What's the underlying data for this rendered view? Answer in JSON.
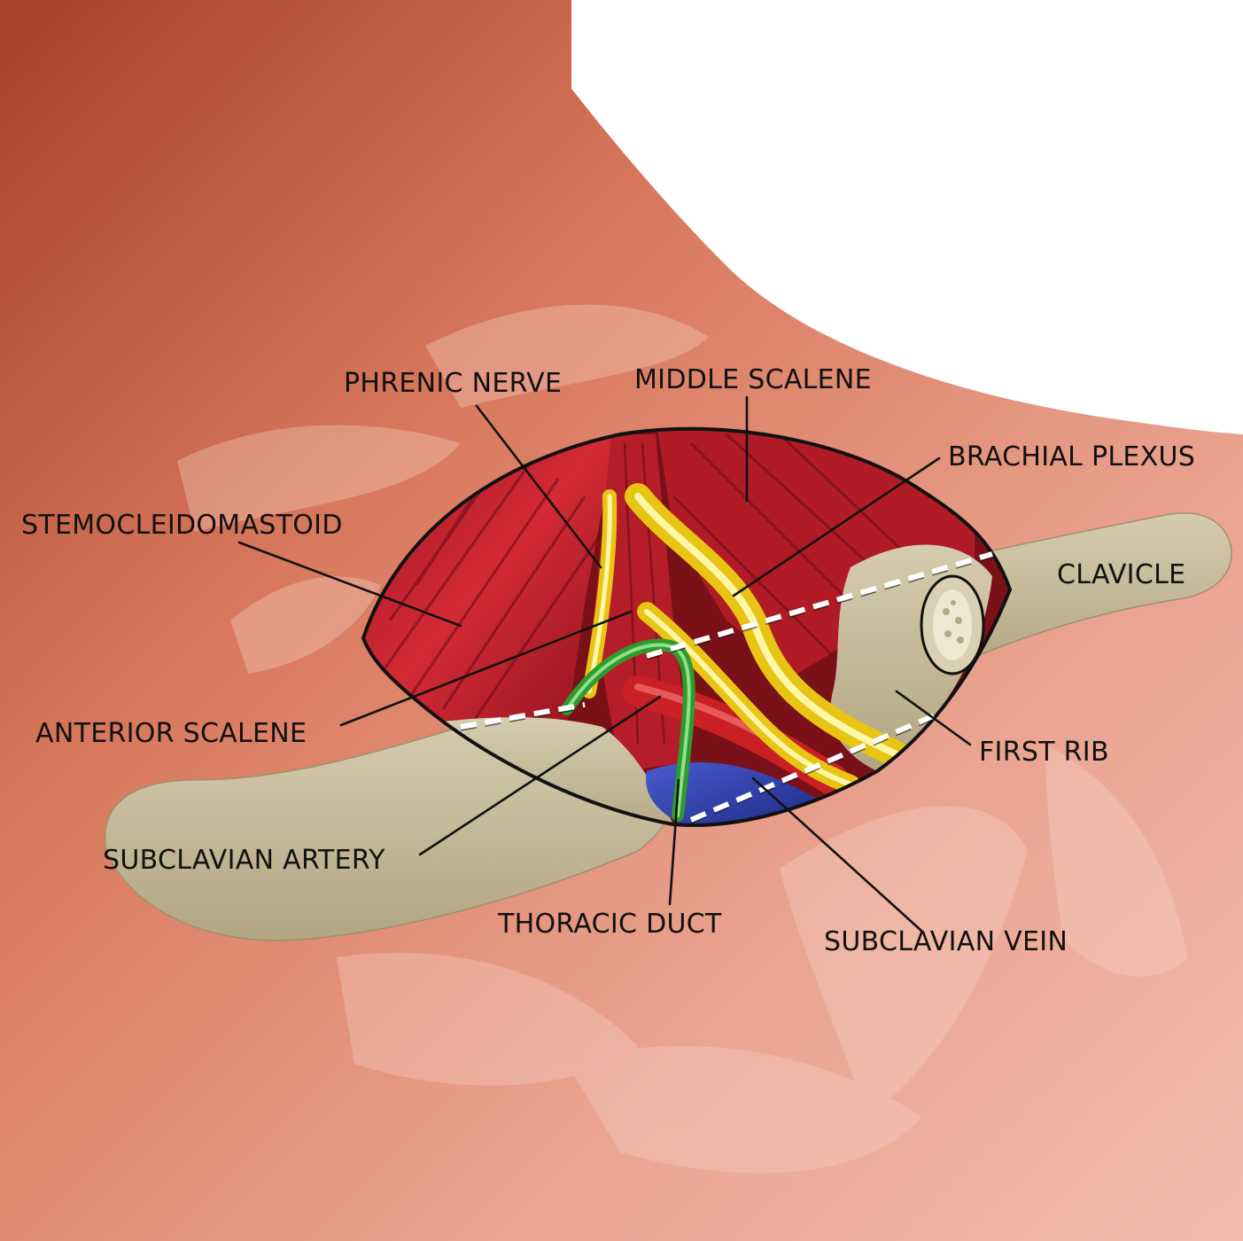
{
  "figure": {
    "labels": [
      {
        "id": "phrenic-nerve",
        "text": "PHRENIC NERVE"
      },
      {
        "id": "middle-scalene",
        "text": "MIDDLE SCALENE"
      },
      {
        "id": "brachial-plexus",
        "text": "BRACHIAL PLEXUS"
      },
      {
        "id": "sternocleidomastoid",
        "text": "STEMOCLEIDOMASTOID"
      },
      {
        "id": "clavicle",
        "text": "CLAVICLE"
      },
      {
        "id": "anterior-scalene",
        "text": "ANTERIOR SCALENE"
      },
      {
        "id": "first-rib",
        "text": "FIRST RIB"
      },
      {
        "id": "subclavian-artery",
        "text": "SUBCLAVIAN ARTERY"
      },
      {
        "id": "thoracic-duct",
        "text": "THORACIC DUCT"
      },
      {
        "id": "subclavian-vein",
        "text": "SUBCLAVIAN VEIN"
      }
    ]
  },
  "colors": {
    "background": "#ffffff",
    "skin_dark": "#b3472c",
    "skin_mid": "#e4917a",
    "skin_light": "#f4c6b8",
    "bone": "#c8bc9c",
    "muscle": "#c11f2a",
    "muscle_dark": "#7d0f18",
    "nerve": "#f2dd1d",
    "artery": "#cf1f26",
    "vein": "#2c3aa8",
    "duct": "#3cae3a",
    "outline": "#111111"
  }
}
